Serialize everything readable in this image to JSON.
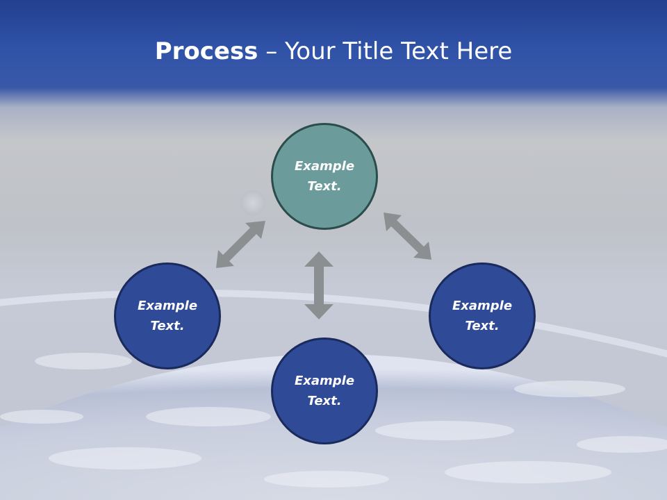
{
  "title": {
    "bold": "Process",
    "rest": " – Your Title Text Here"
  },
  "nodes": {
    "top": "Example Text.",
    "left": "Example Text.",
    "right": "Example Text.",
    "bottom": "Example Text."
  },
  "colors": {
    "header_blue": "#2f4fa6",
    "node_teal": "#6b9c9b",
    "node_blue": "#2f4a96",
    "arrow_gray": "#8c8f92"
  },
  "icons": {
    "arrows": "double-headed-arrow"
  }
}
